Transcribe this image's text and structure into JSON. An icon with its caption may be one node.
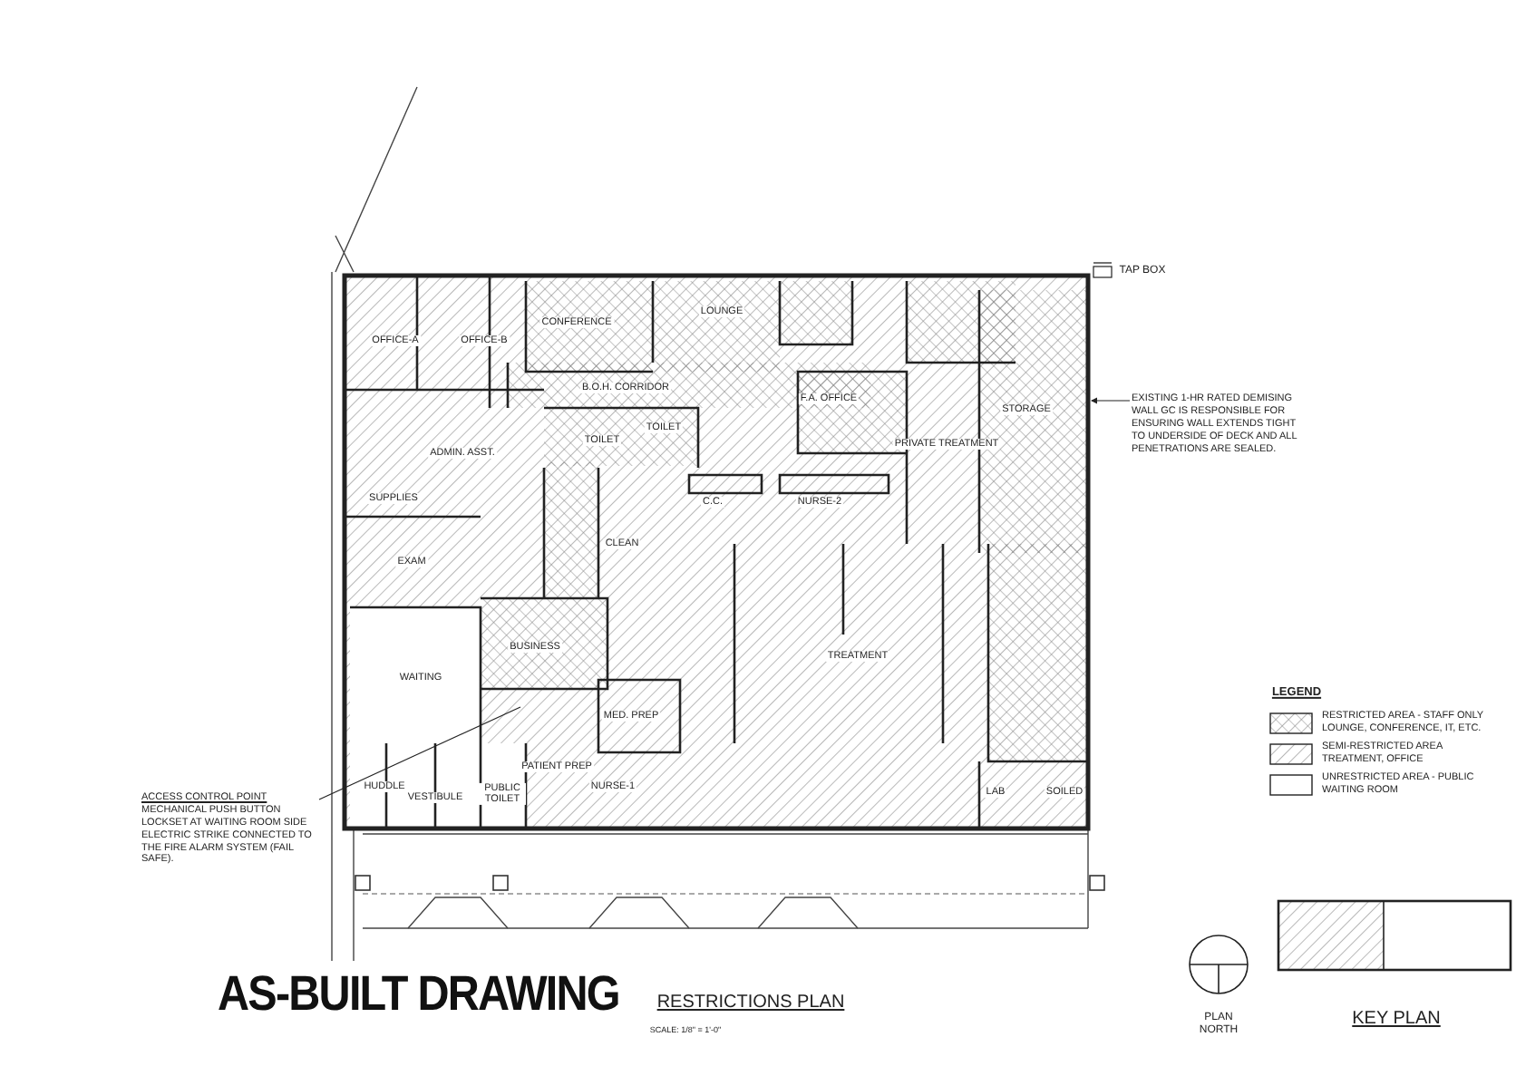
{
  "diagram": {
    "title": "AS-BUILT DRAWING",
    "nodes": [
      {
        "text": [
          "ACCESS CONTROL POINT",
          "MECHANICAL PUSH BUTTON LOCKSET AT WAITING ROOM SIDE ELECTRIC STRIKE CONNECTED TO THE FIRE ALARM SYSTEM (FAIL SAFE)."
        ]
      },
      {
        "text": [
          "EXISTING 1-HR RATED DEMISING WALL GC IS RESPONSIBLE FOR ENSURING WALL EXTENDS TIGHT TO UNDERSIDE OF DECK AND ALL PENETRATIONS ARE SEALED."
        ]
      }
    ],
    "edges": [
      {
        "from": 0,
        "to": null,
        "arrow": "none"
      },
      {
        "from": 1,
        "to": null,
        "arrow": "to"
      }
    ],
    "labels": [
      "CONFERENCE",
      "LOUNGE",
      "TAP BOX",
      "OFFICE-A",
      "OFFICE-B",
      "B.O.H. CORRIDOR",
      "F.A. OFFICE",
      "STORAGE",
      "TOILET",
      "TOILET",
      "ADMIN. ASST.",
      "PRIVATE TREATMENT",
      "SUPPLIES",
      "C.C.",
      "NURSE-2",
      "CLEAN",
      "EXAM",
      "BUSINESS",
      "TREATMENT",
      "WAITING",
      "MED. PREP",
      "PATIENT PREP",
      "HUDDLE",
      "VESTIBULE",
      "PUBLIC TOILET",
      "NURSE-1",
      "LAB",
      "SOILED",
      "LEGEND",
      "RESTRICTIONS PLAN",
      "SCALE: 1/8\" = 1'-0\"",
      "PLAN NORTH",
      "KEY PLAN"
    ],
    "legend": [
      {
        "text": "RESTRICTED AREA - STAFF ONLY LOUNGE, CONFERENCE, IT, ETC."
      },
      {
        "text": "SEMI-RESTRICTED AREA TREATMENT, OFFICE"
      },
      {
        "text": "UNRESTRICTED AREA - PUBLIC WAITING ROOM"
      }
    ]
  }
}
